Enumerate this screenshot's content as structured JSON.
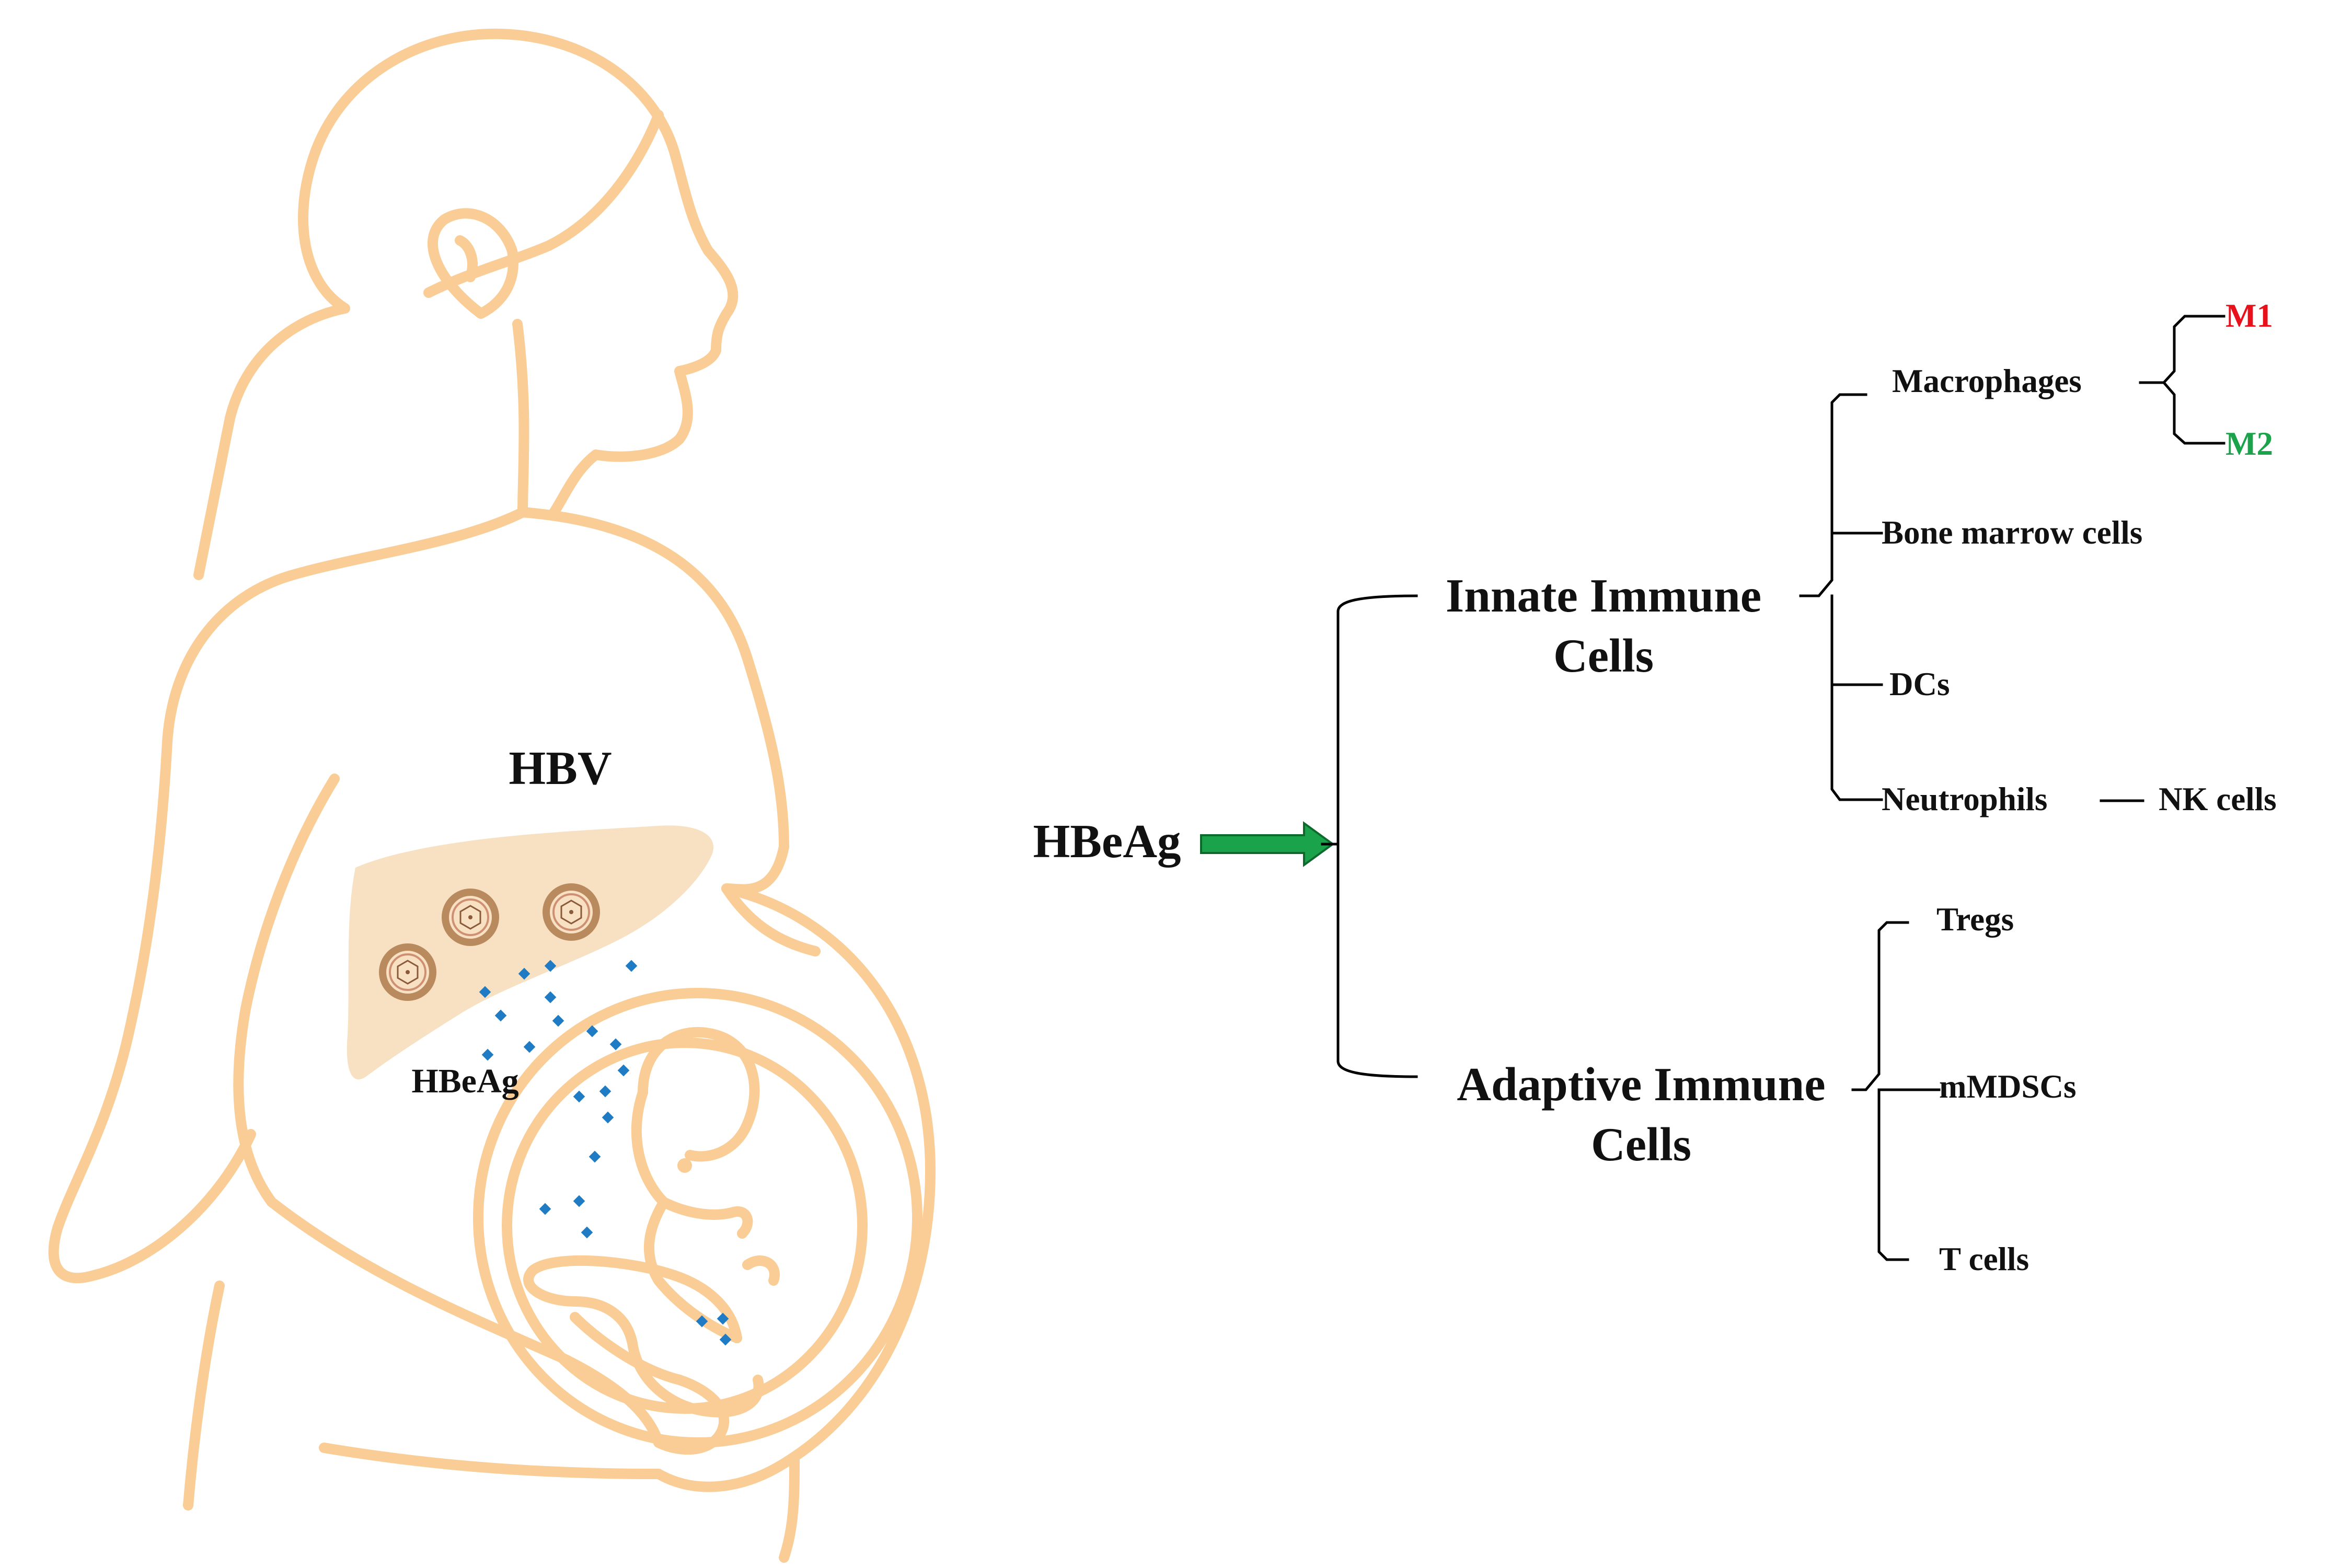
{
  "illustration": {
    "virus_label": "HBV",
    "antigen_label": "HBeAg"
  },
  "diagram": {
    "source": "HBeAg",
    "innate": {
      "line1": "Innate Immune",
      "line2": "Cells",
      "macrophages": "Macrophages",
      "m1": "M1",
      "m2": "M2",
      "bone_marrow": "Bone marrow cells",
      "dcs": "DCs",
      "neutrophils": "Neutrophils",
      "nk_cells": "NK cells"
    },
    "adaptive": {
      "line1": "Adaptive Immune",
      "line2": "Cells",
      "tregs": "Tregs",
      "mmdscs": "mMDSCs",
      "t_cells": "T cells"
    }
  },
  "colors": {
    "outline": "#f9cd95",
    "liver": "#f7e1c2",
    "antigen_dots": "#1f7cc4",
    "arrow": "#1aa34a",
    "m1": "#e8101b",
    "m2": "#1aa34a"
  }
}
